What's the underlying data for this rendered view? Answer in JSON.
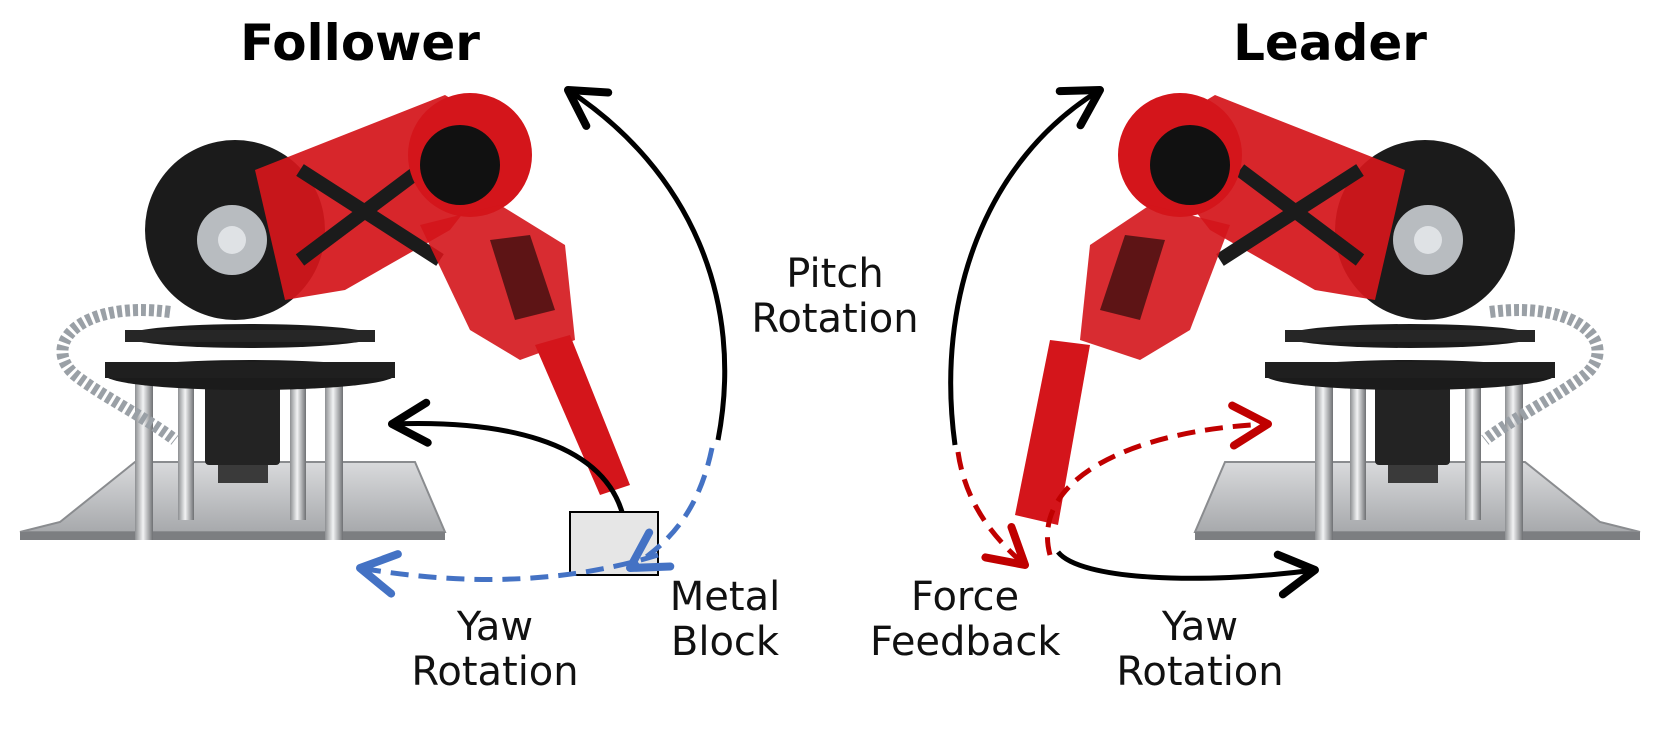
{
  "titles": {
    "follower": "Follower",
    "leader": "Leader"
  },
  "annotations": {
    "pitch_rotation_l1": "Pitch",
    "pitch_rotation_l2": "Rotation",
    "follower_yaw_l1": "Yaw",
    "follower_yaw_l2": "Rotation",
    "metal_block_l1": "Metal",
    "metal_block_l2": "Block",
    "force_feedback_l1": "Force",
    "force_feedback_l2": "Feedback",
    "leader_yaw_l1": "Yaw",
    "leader_yaw_l2": "Rotation"
  },
  "colors": {
    "robot_red": "#d4151b",
    "robot_dark_red": "#8e0c10",
    "robot_black": "#1b1b1b",
    "arrow_black": "#000000",
    "arrow_blue_dashed": "#4472c4",
    "arrow_red_dashed": "#c00000",
    "metal_block": "#e6e6e6",
    "base_plate": "#c9cacc"
  }
}
